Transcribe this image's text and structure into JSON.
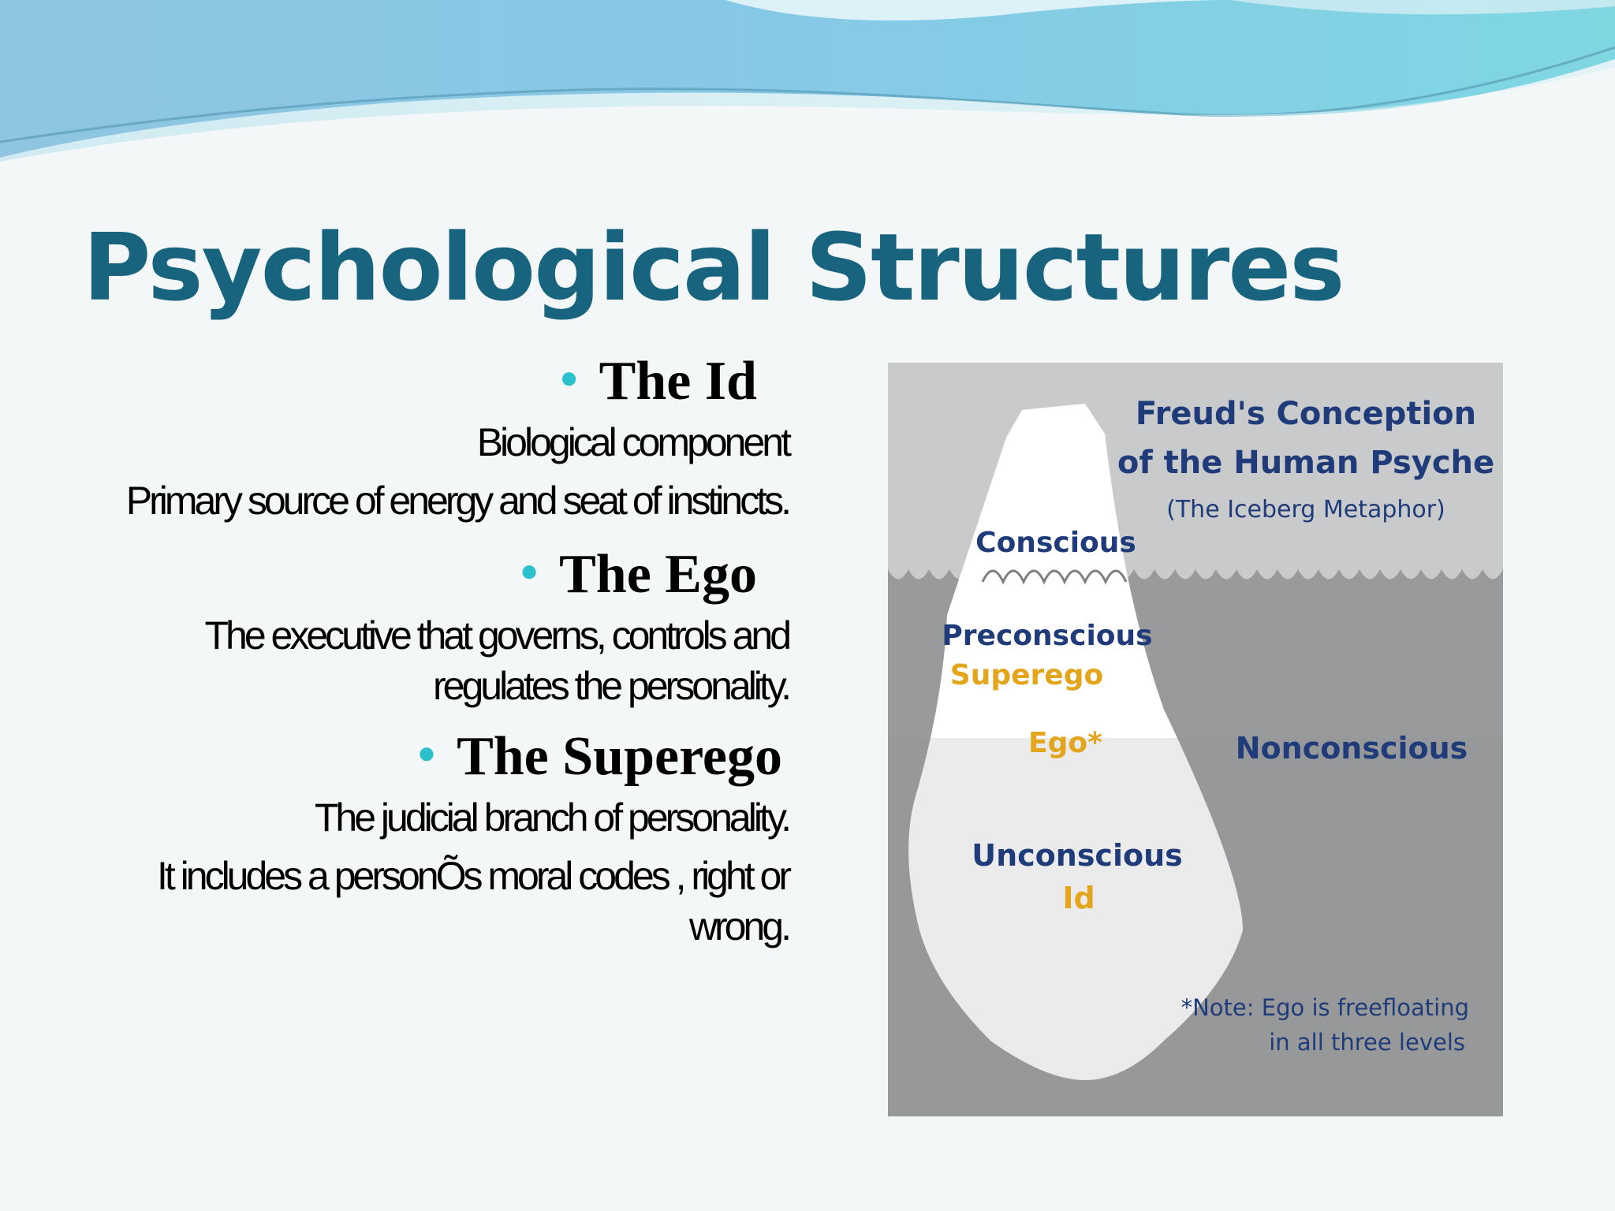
{
  "slide": {
    "title": "Psychological Structures",
    "sections": [
      {
        "heading": "The Id",
        "lines": [
          "Biological component",
          "Primary source of energy and seat of instincts."
        ]
      },
      {
        "heading": "The Ego",
        "lines": [
          "The executive that governs, controls and regulates the personality."
        ]
      },
      {
        "heading": "The Superego",
        "lines": [
          "The judicial branch of personality.",
          "It includes a personÕs moral codes , right or wrong."
        ]
      }
    ]
  },
  "diagram": {
    "title_line1": "Freud's Conception",
    "title_line2": "of the Human Psyche",
    "subtitle": "(The Iceberg Metaphor)",
    "conscious": "Conscious",
    "preconscious": "Preconscious",
    "superego": "Superego",
    "ego": "Ego*",
    "nonconscious": "Nonconscious",
    "unconscious": "Unconscious",
    "id": "Id",
    "note_line1": "*Note: Ego is freefloating",
    "note_line2": "in all three levels"
  },
  "colors": {
    "title": "#18647e",
    "bullet": "#2bc0cc",
    "diagram_navy": "#1f3b7a",
    "diagram_gold": "#e2a51c",
    "sky": "#c9cacb",
    "water": "#999a9c",
    "water_deep": "#8f9092",
    "ice": "#ffffff",
    "ice_deep": "#f0f0f0"
  }
}
